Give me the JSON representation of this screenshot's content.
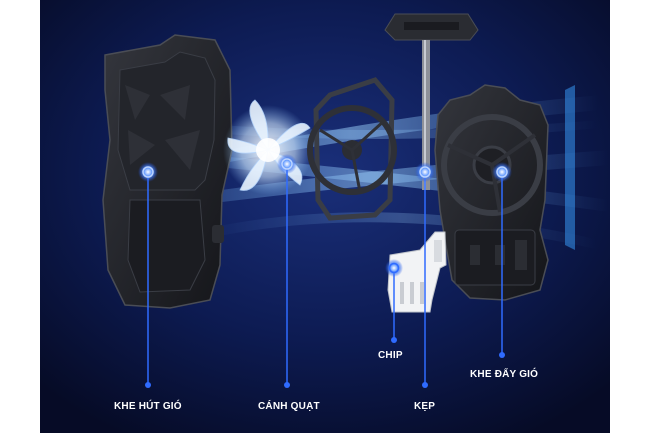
{
  "colors": {
    "background": "#0b1540",
    "accent": "#2f6bff",
    "label_text": "#ffffff",
    "housing": "#1e1f24"
  },
  "parts": [
    {
      "key": "intake",
      "label": "KHE HÚT GIÓ"
    },
    {
      "key": "fan",
      "label": "CÁNH QUẠT"
    },
    {
      "key": "chip",
      "label": "CHIP"
    },
    {
      "key": "clamp",
      "label": "KẸP"
    },
    {
      "key": "exhaust",
      "label": "KHE ĐẨY GIÓ"
    }
  ]
}
